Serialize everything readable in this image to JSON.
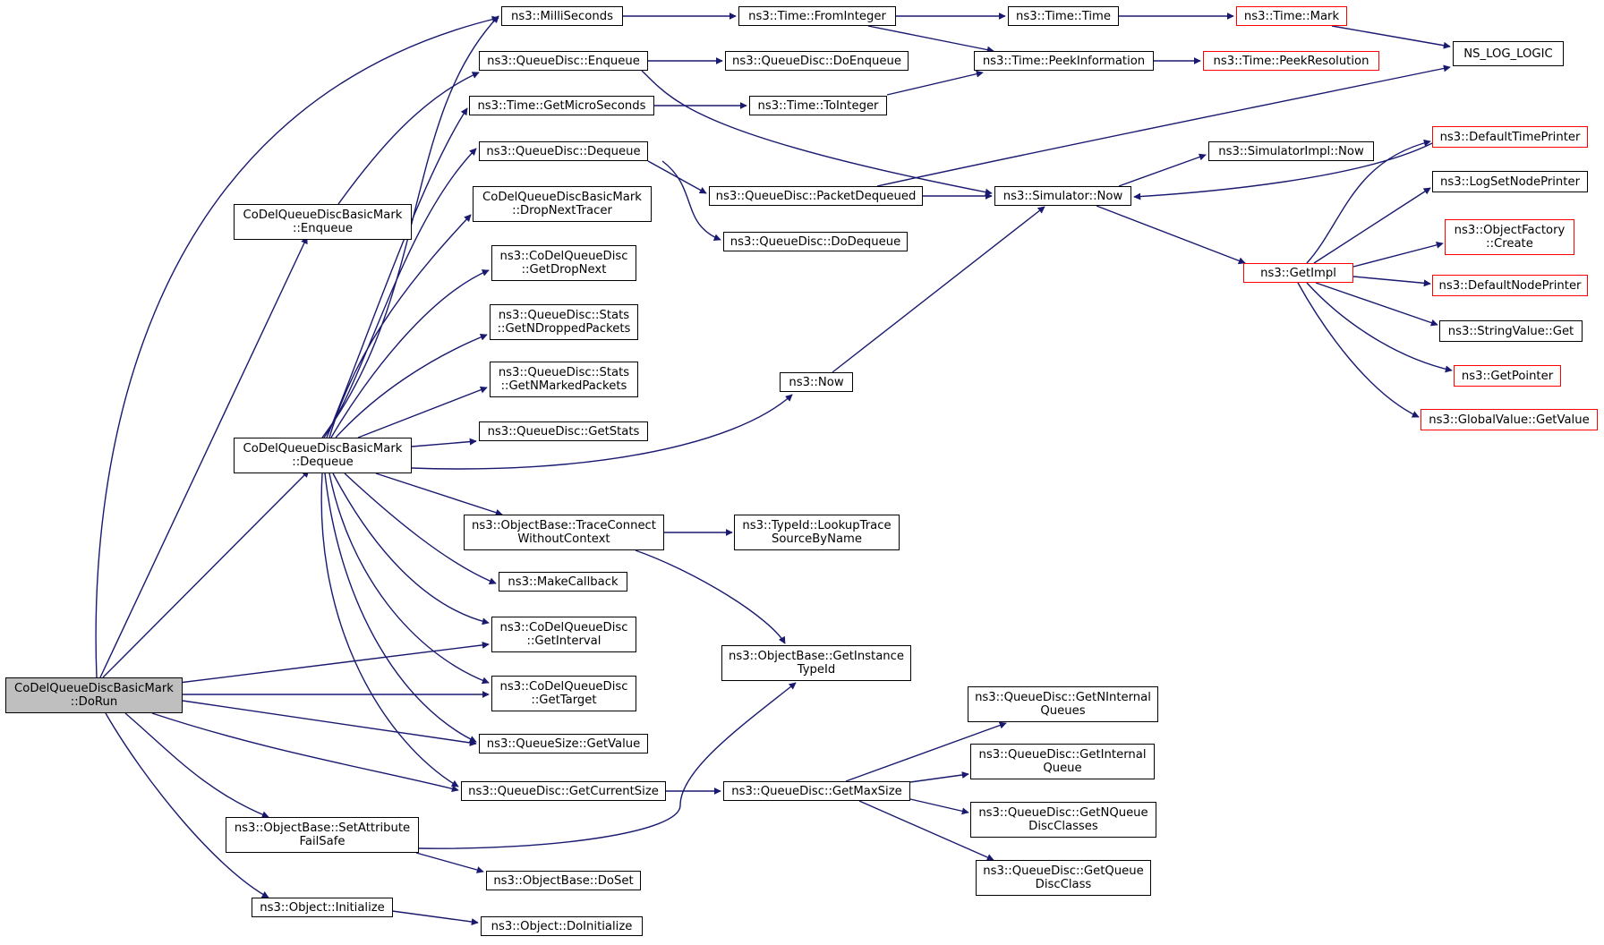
{
  "graph": {
    "edge_color": "#191970",
    "truncated_border_color": "#ff0000",
    "root_fill": "#bfbfbf",
    "nodes": [
      {
        "id": "dorun",
        "label": "CoDelQueueDiscBasicMark\n::DoRun",
        "style": "root"
      },
      {
        "id": "milli",
        "label": "ns3::MilliSeconds"
      },
      {
        "id": "fromint",
        "label": "ns3::Time::FromInteger"
      },
      {
        "id": "timetime",
        "label": "ns3::Time::Time"
      },
      {
        "id": "timemark",
        "label": "ns3::Time::Mark",
        "style": "red"
      },
      {
        "id": "nslog",
        "label": "NS_LOG_LOGIC"
      },
      {
        "id": "qdenq",
        "label": "ns3::QueueDisc::Enqueue"
      },
      {
        "id": "qddoenq",
        "label": "ns3::QueueDisc::DoEnqueue"
      },
      {
        "id": "peekinfo",
        "label": "ns3::Time::PeekInformation"
      },
      {
        "id": "peekres",
        "label": "ns3::Time::PeekResolution",
        "style": "red"
      },
      {
        "id": "getmicro",
        "label": "ns3::Time::GetMicroSeconds"
      },
      {
        "id": "toint",
        "label": "ns3::Time::ToInteger"
      },
      {
        "id": "qddeq",
        "label": "ns3::QueueDisc::Dequeue"
      },
      {
        "id": "simimplnow",
        "label": "ns3::SimulatorImpl::Now"
      },
      {
        "id": "deftime",
        "label": "ns3::DefaultTimePrinter",
        "style": "red"
      },
      {
        "id": "pktdeq",
        "label": "ns3::QueueDisc::PacketDequeued"
      },
      {
        "id": "simnow",
        "label": "ns3::Simulator::Now"
      },
      {
        "id": "lognode",
        "label": "ns3::LogSetNodePrinter"
      },
      {
        "id": "cdenq",
        "label": "CoDelQueueDiscBasicMark\n::Enqueue"
      },
      {
        "id": "dropnext",
        "label": "CoDelQueueDiscBasicMark\n::DropNextTracer"
      },
      {
        "id": "qddodeq",
        "label": "ns3::QueueDisc::DoDequeue"
      },
      {
        "id": "objfact",
        "label": "ns3::ObjectFactory\n::Create",
        "style": "red"
      },
      {
        "id": "getdropnext",
        "label": "ns3::CoDelQueueDisc\n::GetDropNext"
      },
      {
        "id": "getimpl",
        "label": "ns3::GetImpl",
        "style": "red"
      },
      {
        "id": "defnode",
        "label": "ns3::DefaultNodePrinter",
        "style": "red"
      },
      {
        "id": "ndropped",
        "label": "ns3::QueueDisc::Stats\n::GetNDroppedPackets"
      },
      {
        "id": "strget",
        "label": "ns3::StringValue::Get"
      },
      {
        "id": "nmarked",
        "label": "ns3::QueueDisc::Stats\n::GetNMarkedPackets"
      },
      {
        "id": "now",
        "label": "ns3::Now"
      },
      {
        "id": "getptr",
        "label": "ns3::GetPointer",
        "style": "red"
      },
      {
        "id": "gvget",
        "label": "ns3::GlobalValue::GetValue",
        "style": "red"
      },
      {
        "id": "getstats",
        "label": "ns3::QueueDisc::GetStats"
      },
      {
        "id": "cddeq",
        "label": "CoDelQueueDiscBasicMark\n::Dequeue"
      },
      {
        "id": "traceconn",
        "label": "ns3::ObjectBase::TraceConnect\nWithoutContext"
      },
      {
        "id": "lookup",
        "label": "ns3::TypeId::LookupTrace\nSourceByName"
      },
      {
        "id": "mkcb",
        "label": "ns3::MakeCallback"
      },
      {
        "id": "getinterval",
        "label": "ns3::CoDelQueueDisc\n::GetInterval"
      },
      {
        "id": "getinst",
        "label": "ns3::ObjectBase::GetInstance\nTypeId"
      },
      {
        "id": "gettarget",
        "label": "ns3::CoDelQueueDisc\n::GetTarget"
      },
      {
        "id": "getnint",
        "label": "ns3::QueueDisc::GetNInternal\nQueues"
      },
      {
        "id": "qsget",
        "label": "ns3::QueueSize::GetValue"
      },
      {
        "id": "getintq",
        "label": "ns3::QueueDisc::GetInternal\nQueue"
      },
      {
        "id": "curr",
        "label": "ns3::QueueDisc::GetCurrentSize"
      },
      {
        "id": "maxsize",
        "label": "ns3::QueueDisc::GetMaxSize"
      },
      {
        "id": "getnqdc",
        "label": "ns3::QueueDisc::GetNQueue\nDiscClasses"
      },
      {
        "id": "setattr",
        "label": "ns3::ObjectBase::SetAttribute\nFailSafe"
      },
      {
        "id": "doset",
        "label": "ns3::ObjectBase::DoSet"
      },
      {
        "id": "getqdc",
        "label": "ns3::QueueDisc::GetQueue\nDiscClass"
      },
      {
        "id": "objinit",
        "label": "ns3::Object::Initialize"
      },
      {
        "id": "doinit",
        "label": "ns3::Object::DoInitialize"
      }
    ]
  }
}
